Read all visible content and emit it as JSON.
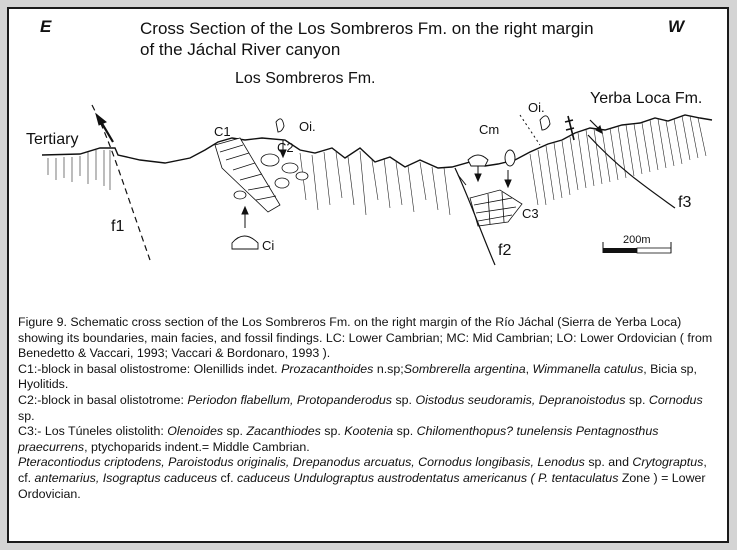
{
  "header": {
    "left_direction": "E",
    "right_direction": "W",
    "title_line1": "Cross Section of the Los Sombreros Fm. on the right margin",
    "title_line2": "of the Jáchal River canyon"
  },
  "units": {
    "los_sombreros": "Los Sombreros Fm.",
    "yerba_loca": "Yerba Loca Fm.",
    "tertiary": "Tertiary"
  },
  "labels": {
    "c1": "C1",
    "c2": "C2",
    "c3": "C3",
    "oi_1": "Oi.",
    "oi_2": "Oi.",
    "cm": "Cm",
    "ci": "Ci",
    "f1": "f1",
    "f2": "f2",
    "f3": "f3",
    "scale": "200m"
  },
  "caption": {
    "p1": "Figure 9. Schematic cross section of the Los Sombreros Fm. on the right margin of the Río Jáchal (Sierra de Yerba Loca) showing its boundaries, main facies, and fossil findings. LC: Lower Cambrian; MC: Mid Cambrian; LO: Lower Ordovician ( from Benedetto & Vaccari, 1993; Vaccari & Bordonaro, 1993 ).",
    "c1_lead": "C1:-block in basal olistostrome: Olenillids indet. ",
    "c1_t1": "Prozacanthoides",
    "c1_t2": " n.sp;",
    "c1_t3": "Sombrerella argentina",
    "c1_t4": ", ",
    "c1_t5": "Wimmanella catulus",
    "c1_t6": ", Bicia sp, Hyolitids.",
    "c2_lead": "C2:-block in basal olistotrome: ",
    "c2_t1": "Periodon flabellum, Protopanderodus",
    "c2_t2": " sp. ",
    "c2_t3": "Oistodus seudoramis, Depranoistodus",
    "c2_t4": " sp. ",
    "c2_t5": "Cornodus",
    "c2_t6": " sp.",
    "c3_lead": "C3:- Los Túneles olistolith: ",
    "c3_t1": "Olenoides",
    "c3_t2": " sp. ",
    "c3_t3": "Zacanthiodes",
    "c3_t4": " sp. ",
    "c3_t5": "Kootenia",
    "c3_t6": " sp. ",
    "c3_t7": "Chilomenthopus? tunelensis Pentagnosthus praecurrens",
    "c3_t8": ", ptychoparids indent.= Middle Cambrian.",
    "lo_t1": "Pteracontiodus criptodens, Paroistodus originalis, Drepanodus arcuatus, Cornodus longibasis, Lenodus",
    "lo_t2": " sp. and ",
    "lo_t3": "Crytograptus",
    "lo_t4": ", cf. ",
    "lo_t5": "antemarius, Isograptus caduceus",
    "lo_t6": " cf. ",
    "lo_t7": "caduceus Undulograptus austrodentatus americanus ( P. tentaculatus",
    "lo_t8": " Zone ) = Lower Ordovician."
  }
}
